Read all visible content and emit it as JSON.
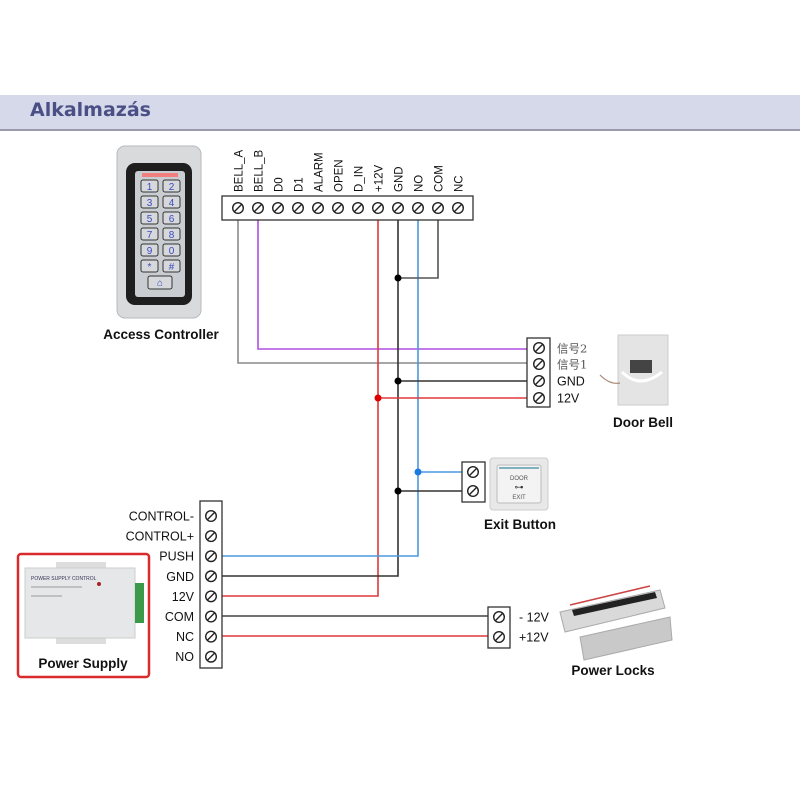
{
  "header": {
    "title": "Alkalmazás"
  },
  "access_controller": {
    "caption": "Access Controller",
    "keys": [
      "1",
      "2",
      "3",
      "4",
      "5",
      "6",
      "7",
      "8",
      "9",
      "0",
      "*",
      "#"
    ],
    "bell_key_icon": "bell-icon",
    "terminals": [
      "BELL_A",
      "BELL_B",
      "D0",
      "D1",
      "ALARM",
      "OPEN",
      "D_IN",
      "+12V",
      "GND",
      "NO",
      "COM",
      "NC"
    ]
  },
  "door_bell": {
    "caption": "Door Bell",
    "terminals": [
      "信号2",
      "信号1",
      "GND",
      "12V"
    ]
  },
  "exit_button": {
    "caption": "Exit Button",
    "face_text": "DOOR",
    "face_sub": "EXIT",
    "icon": "key-icon"
  },
  "power_supply": {
    "caption": "Power Supply",
    "terminals": [
      "CONTROL-",
      "CONTROL+",
      "PUSH",
      "GND",
      "12V",
      "COM",
      "NC",
      "NO"
    ],
    "device_label": "POWER SUPPLY CONTROL"
  },
  "power_locks": {
    "caption": "Power Locks",
    "terminals": [
      "- 12V",
      "+12V"
    ]
  },
  "colors": {
    "header_bg": "#d6d9ea",
    "title": "#4a4f86",
    "wire_gray": "#8a8a8a",
    "wire_purple": "#b04ee0",
    "wire_red": "#e0393b",
    "wire_black": "#333333",
    "wire_blue": "#4a9ae0",
    "highlight_box": "#d92b2b"
  }
}
